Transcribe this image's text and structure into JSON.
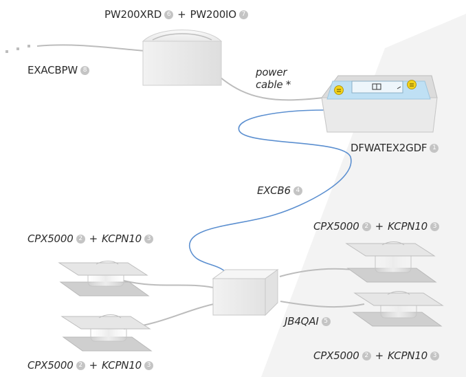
{
  "labels": {
    "pw200xrd": {
      "text": "PW200XRD",
      "badge": "6"
    },
    "pw200io": {
      "text": "PW200IO",
      "badge": "7"
    },
    "exacbpw": {
      "text": "EXACBPW",
      "badge": "8"
    },
    "power_cable": {
      "line1": "power",
      "line2": "cable *"
    },
    "dfwatex2gdf": {
      "text": "DFWATEX2GDF",
      "badge": "1"
    },
    "excb6": {
      "text": "EXCB6",
      "badge": "4"
    },
    "jb4qai": {
      "text": "JB4QAI",
      "badge": "5"
    },
    "cpx5000": {
      "text": "CPX5000",
      "badge": "2"
    },
    "kcpn10": {
      "text": "KCPN10",
      "badge": "3"
    },
    "plus": "+"
  },
  "colors": {
    "data_cable": "#5b8fd0",
    "gray_cable": "#bcbcbc",
    "indicator_screen": "#bfe0f4",
    "atex_badge": "#f2d21a",
    "badge": "#c4c4c4"
  },
  "icons": [
    "atex-ex-icon-left",
    "atex-ex-icon-right",
    "display-icon"
  ]
}
